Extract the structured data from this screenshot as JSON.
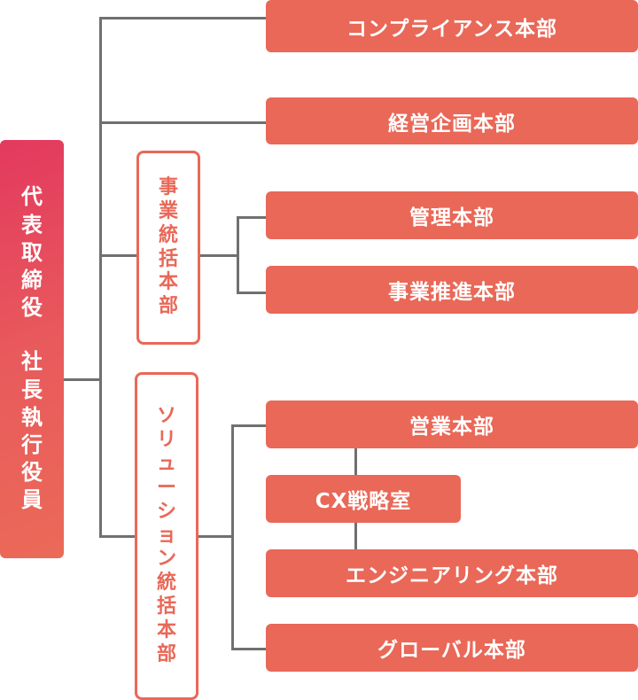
{
  "ceo": {
    "line1": [
      "代",
      "表",
      "取",
      "締",
      "役"
    ],
    "line2": [
      "社",
      "長",
      "執",
      "行",
      "役",
      "員"
    ]
  },
  "direct_departments": [
    "コンプライアンス本部",
    "経営企画本部"
  ],
  "business_division": {
    "label": [
      "事",
      "業",
      "統",
      "括",
      "本",
      "部"
    ],
    "departments": [
      "管理本部",
      "事業推進本部"
    ]
  },
  "solution_division": {
    "label": [
      "ソ",
      "リ",
      "ュ",
      "ー",
      "シ",
      "ョ",
      "ン",
      "統",
      "括",
      "本",
      "部"
    ],
    "departments": [
      "営業本部",
      "CX戦略室",
      "エンジニアリング本部",
      "グローバル本部"
    ]
  },
  "colors": {
    "box": "#e96858",
    "line": "#707070",
    "ceo_gradient_start": "#e3395e"
  }
}
